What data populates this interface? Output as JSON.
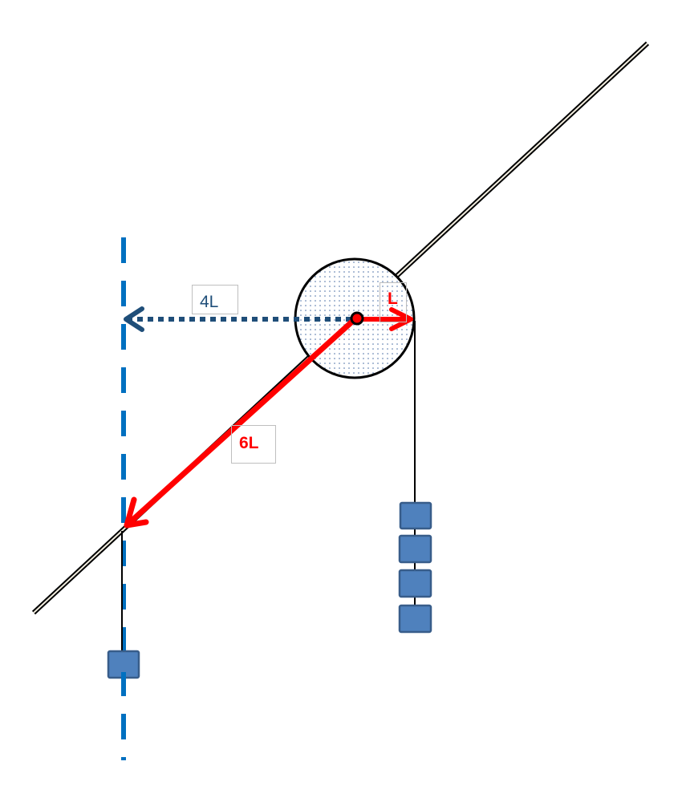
{
  "labels": {
    "four_l": "4L",
    "l": "L",
    "six_l": "6L"
  },
  "colors": {
    "rod": "#000000",
    "rod_fill": "#f3eee0",
    "axis": "#0070c0",
    "arrow_4l": "#1f4e79",
    "arrow_red": "#ff0000",
    "weight": "#4f81bd",
    "weight_border": "#385d8a"
  },
  "weights": {
    "right_count": 4,
    "left_count": 1
  }
}
